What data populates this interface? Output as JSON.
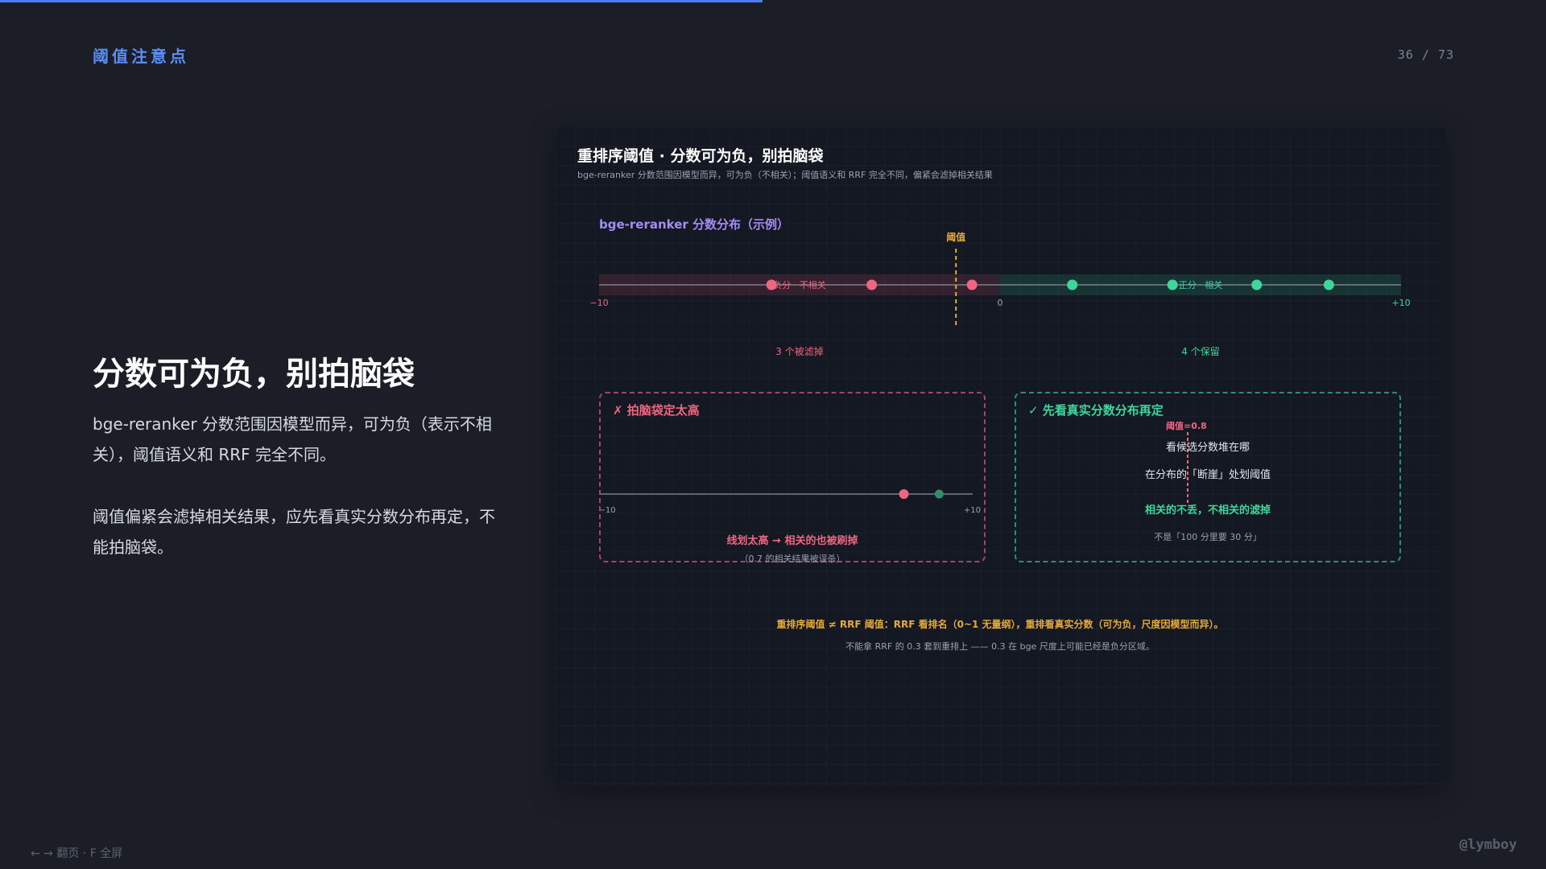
{
  "progress": {
    "fraction": 0.4932
  },
  "header": {
    "section_tag": "阈值注意点",
    "page_counter": "36 / 73"
  },
  "left": {
    "heading": "分数可为负，别拍脑袋",
    "paragraph1": "bge-reranker 分数范围因模型而异，可为负（表示不相关），阈值语义和 RRF 完全不同。",
    "paragraph2": "阈值偏紧会滤掉相关结果，应先看真实分数分布再定，不能拍脑袋。"
  },
  "panel": {
    "title": "重排序阈值 · 分数可为负，别拍脑袋",
    "subtitle": "bge-reranker 分数范围因模型而异，可为负（不相关）；阈值语义和 RRF 完全不同，偏紧会滤掉相关结果",
    "distribution": {
      "label": "bge-reranker 分数分布（示例）",
      "threshold_label": "阈值",
      "neg_region_label": "负分 · 不相关",
      "pos_region_label": "正分 · 相关",
      "axis_min_label": "−10",
      "axis_zero_label": "0",
      "axis_max_label": "+10",
      "filtered_label": "3 个被滤掉",
      "kept_label": "4 个保留",
      "axis_range": [
        -10,
        10
      ],
      "threshold_value": -1.1,
      "neg_points": [
        -5.7,
        -3.2,
        -0.7
      ],
      "pos_points": [
        1.8,
        4.3,
        6.4,
        8.2
      ],
      "neg_color": "#f0657f",
      "pos_color": "#3fd69c",
      "threshold_color": "#e5a93a"
    },
    "bad_box": {
      "title": "✗ 拍脑袋定太高",
      "axis_min_label": "−10",
      "axis_max_label": "+10",
      "axis_range": [
        -10,
        10
      ],
      "threshold_value": 6.3,
      "point_value": 8.2,
      "caption": "线划太高 → 相关的也被刷掉",
      "note": "（0.7 的相关结果被误杀）"
    },
    "good_box": {
      "title": "✓ 先看真实分数分布再定",
      "marker_label": "阈值=0.8",
      "line1": "看候选分数堆在哪",
      "line2": "在分布的「断崖」处划阈值",
      "line3": "相关的不丢，不相关的滤掉",
      "line4": "不是「100 分里要 30 分」"
    },
    "footnote_main": "重排序阈值 ≠ RRF 阈值：RRF 看排名（0~1 无量纲），重排看真实分数（可为负，尺度因模型而异）。",
    "footnote_sub": "不能拿 RRF 的 0.3 套到重排上 —— 0.3 在 bge 尺度上可能已经是负分区域。"
  },
  "footer": {
    "nav_hint": "← → 翻页 · F 全屏",
    "brand": "@lymboy"
  }
}
